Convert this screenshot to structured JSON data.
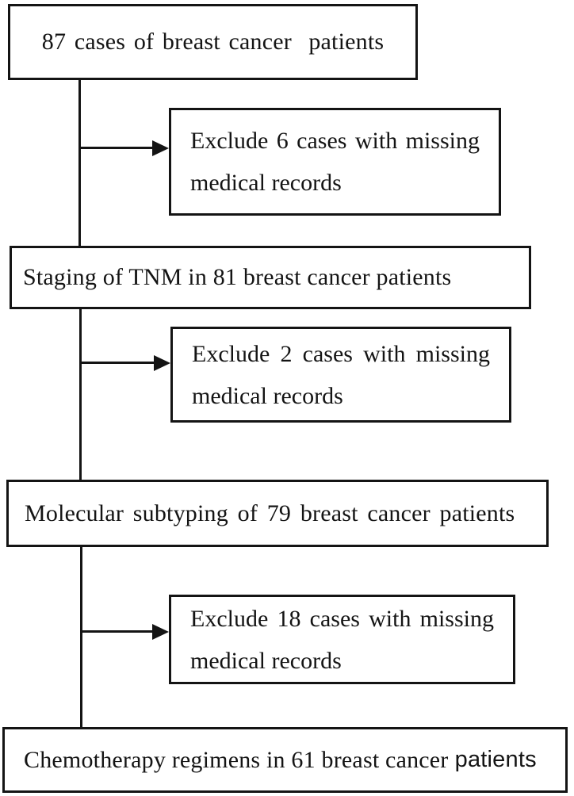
{
  "figure": {
    "type": "patient-flow-diagram",
    "stages": [
      {
        "label": "87 cases of breast cancer  patients"
      },
      {
        "label": "Staging of TNM in 81 breast cancer patients"
      },
      {
        "label": "Molecular subtyping of 79 breast cancer patients"
      },
      {
        "label": "Chemotherapy regimens in 61 breast cancer",
        "label_tail": "patients"
      }
    ],
    "exclusions": [
      {
        "line1": "Exclude 6 cases with missing",
        "line2": "medical records"
      },
      {
        "line1": "Exclude 2 cases with missing",
        "line2": "medical records"
      },
      {
        "line1": "Exclude 18 cases with missing",
        "line2": "medical records"
      }
    ],
    "icons": {
      "connector_arrow": "solid right-pointing triangle (CSS border shape)"
    },
    "colors": {
      "line": "#141414",
      "text": "#141414",
      "background": "#ffffff"
    }
  }
}
